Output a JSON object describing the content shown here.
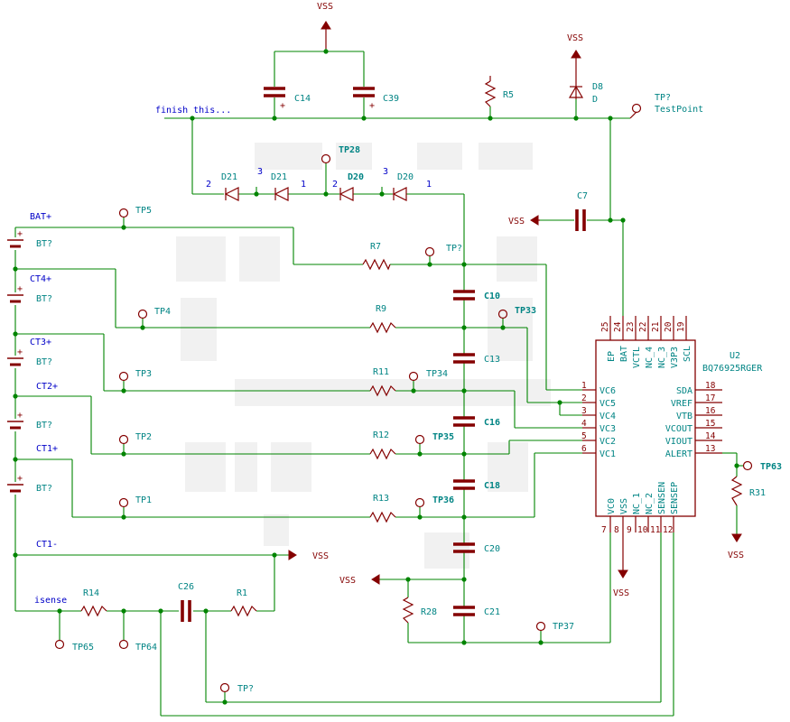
{
  "power": {
    "vss": "VSS"
  },
  "nets": {
    "finish": "finish this...",
    "bat_plus": "BAT+",
    "ct4": "CT4+",
    "ct3": "CT3+",
    "ct2": "CT2+",
    "ct1": "CT1+",
    "ct1m": "CT1-",
    "isense": "isense"
  },
  "parts": {
    "c14": "C14",
    "c39": "C39",
    "r5": "R5",
    "d8": "D8",
    "d8_val": "D",
    "tpq_top": "TP?",
    "tp_val": "TestPoint",
    "d21": "D21",
    "d20": "D20",
    "tp28": "TP28",
    "c7": "C7",
    "bt": "BT?",
    "tp5": "TP5",
    "tp4": "TP4",
    "tp3": "TP3",
    "tp2": "TP2",
    "tp1": "TP1",
    "r7": "R7",
    "r9": "R9",
    "r11": "R11",
    "r12": "R12",
    "r13": "R13",
    "tpq_r7": "TP?",
    "tp33": "TP33",
    "tp34": "TP34",
    "tp35": "TP35",
    "tp36": "TP36",
    "c10": "C10",
    "c13": "C13",
    "c16": "C16",
    "c18": "C18",
    "c20": "C20",
    "c21": "C21",
    "r28": "R28",
    "tp37": "TP37",
    "r14": "R14",
    "c26": "C26",
    "r1": "R1",
    "tp65": "TP65",
    "tp64": "TP64",
    "tpq_bot": "TP?",
    "u2": "U2",
    "u2_val": "BQ76925RGER",
    "r31": "R31",
    "tp63": "TP63"
  },
  "diode_pins": {
    "d21_a": "2",
    "d21_b": "3",
    "d21_c": "1",
    "d20_a": "2",
    "d20_b": "3",
    "d20_c": "1"
  },
  "u2": {
    "left": [
      {
        "num": "1",
        "name": "VC6"
      },
      {
        "num": "2",
        "name": "VC5"
      },
      {
        "num": "3",
        "name": "VC4"
      },
      {
        "num": "4",
        "name": "VC3"
      },
      {
        "num": "5",
        "name": "VC2"
      },
      {
        "num": "6",
        "name": "VC1"
      }
    ],
    "right": [
      {
        "num": "18",
        "name": "SDA"
      },
      {
        "num": "17",
        "name": "VREF"
      },
      {
        "num": "16",
        "name": "VTB"
      },
      {
        "num": "15",
        "name": "VCOUT"
      },
      {
        "num": "14",
        "name": "VIOUT"
      },
      {
        "num": "13",
        "name": "ALERT"
      }
    ],
    "top": [
      {
        "num": "25",
        "name": "EP"
      },
      {
        "num": "24",
        "name": "BAT"
      },
      {
        "num": "23",
        "name": "VCTL"
      },
      {
        "num": "22",
        "name": "NC_4"
      },
      {
        "num": "21",
        "name": "NC_3"
      },
      {
        "num": "20",
        "name": "V3P3"
      },
      {
        "num": "19",
        "name": "SCL"
      }
    ],
    "bottom": [
      {
        "num": "7",
        "name": "VC0"
      },
      {
        "num": "8",
        "name": "VSS"
      },
      {
        "num": "9",
        "name": "NC_1"
      },
      {
        "num": "10",
        "name": "NC_2"
      },
      {
        "num": "11",
        "name": "SENSEN"
      },
      {
        "num": "12",
        "name": "SENSEP"
      }
    ]
  },
  "colors": {
    "wire": "#008400",
    "component": "#840000",
    "label": "#008484",
    "net_label": "#0000c8"
  }
}
